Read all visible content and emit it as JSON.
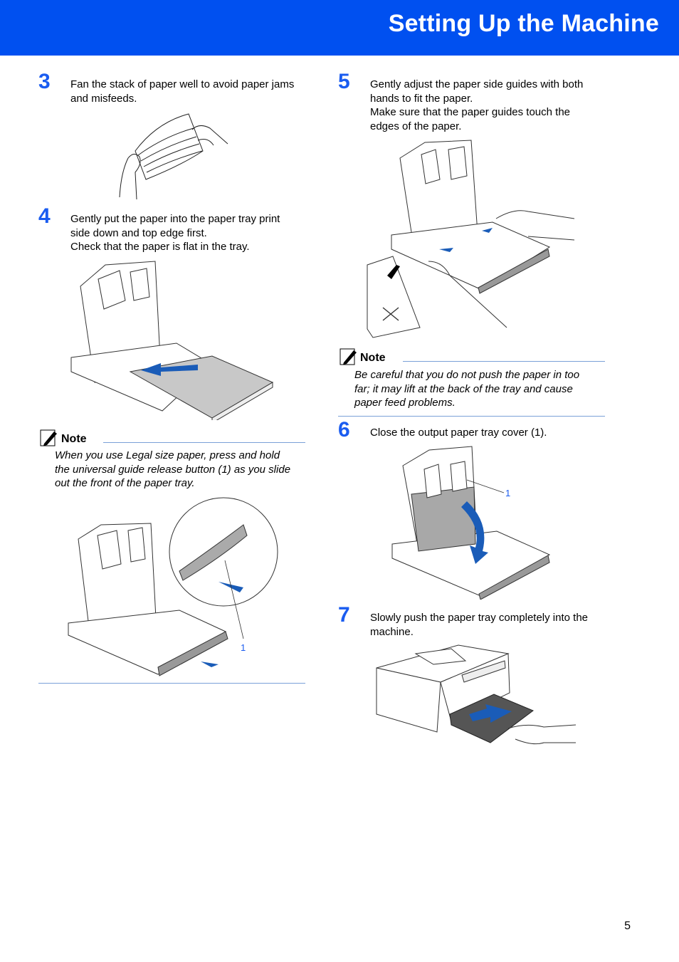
{
  "header": {
    "title": "Setting Up the Machine"
  },
  "steps": [
    {
      "number": "3",
      "lines": [
        "Fan the stack of paper well to avoid paper jams",
        "and misfeeds."
      ]
    },
    {
      "number": "4",
      "lines": [
        "Gently put the paper into the paper tray print",
        "side down and top edge first.",
        "Check that the paper is flat in the tray."
      ]
    },
    {
      "number": "5",
      "lines": [
        "Gently adjust the paper side guides with both",
        "hands to fit the paper.",
        "Make sure that the paper guides touch the",
        "edges of the paper."
      ]
    },
    {
      "number": "6",
      "lines": [
        "Close the output paper tray cover (1)."
      ]
    },
    {
      "number": "7",
      "lines": [
        "Slowly push the paper tray completely into the",
        "machine."
      ]
    }
  ],
  "notes": [
    {
      "heading": "Note",
      "lines": [
        "When you use Legal size paper, press and hold",
        "the universal guide release button (1) as you slide",
        "out the front of the paper tray."
      ]
    },
    {
      "heading": "Note",
      "lines": [
        "Be careful that you do not push the paper in too",
        "far; it may lift at the back of the tray and cause",
        "paper feed problems."
      ]
    }
  ],
  "callouts": {
    "legal_button": "1",
    "output_cover": "1"
  },
  "colors": {
    "header": "#0050f0",
    "accent": "#1a5cf0",
    "rule": "#7aa0d8"
  },
  "page_number": "5"
}
